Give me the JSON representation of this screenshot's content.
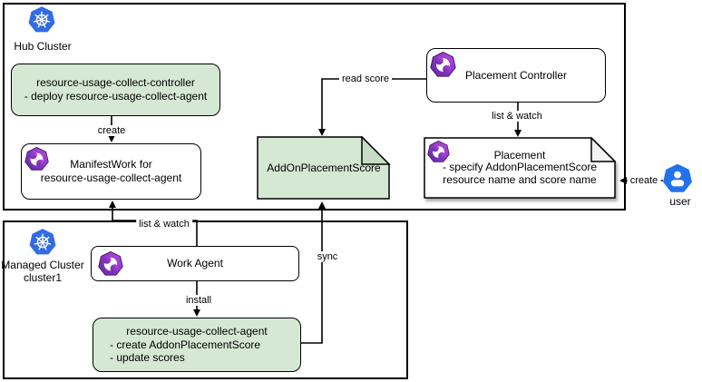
{
  "hub": {
    "title": "Hub Cluster",
    "controller": {
      "line1": "resource-usage-collect-controller",
      "line2": "-  deploy resource-usage-collect-agent"
    },
    "manifestwork": {
      "line1": "ManifestWork for",
      "line2": "resource-usage-collect-agent"
    },
    "placement_controller": {
      "label": "Placement Controller"
    },
    "placement": {
      "line1": "Placement",
      "line2": "- specify AddonPlacementScore",
      "line3": "resource name and score name"
    },
    "addon_placement_score": {
      "label": "AddOnPlacementScore"
    }
  },
  "managed": {
    "title": "Managed Cluster",
    "subtitle": "cluster1",
    "work_agent": {
      "label": "Work Agent"
    },
    "collect_agent": {
      "line1": "resource-usage-collect-agent",
      "line2": "- create AddonPlacementScore",
      "line3": "- update scores"
    }
  },
  "actors": {
    "user": {
      "label": "user"
    }
  },
  "edges": {
    "create_manifestwork": {
      "label": "create"
    },
    "list_watch_manifestwork": {
      "label": "list & watch"
    },
    "read_score": {
      "label": "read score"
    },
    "list_watch_placement": {
      "label": "list & watch"
    },
    "user_create": {
      "label": "create"
    },
    "install": {
      "label": "install"
    },
    "sync": {
      "label": "sync"
    }
  },
  "icons": {
    "kubernetes_logo": "blue-heptagon-ship-wheel",
    "ocm_logo": "purple-heptagon-swirl",
    "user_icon": "blue-heptagon-person"
  },
  "colors": {
    "node_green": "#d5e8d4",
    "green_fold": "#c7dcc5",
    "doc_fold_gray": "#f2f2f2",
    "kubernetes_blue": "#326ce5",
    "user_blue": "#2272ec",
    "ocm_purple": "#8a3ec1",
    "border_black": "#000000"
  }
}
